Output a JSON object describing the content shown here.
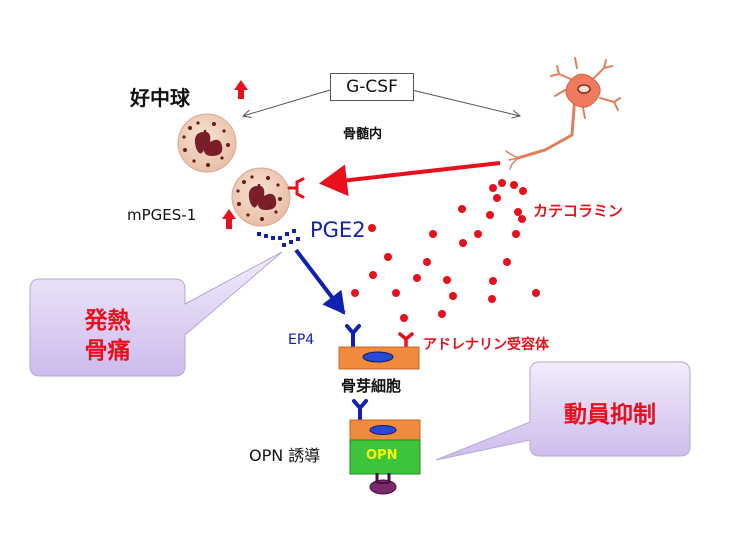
{
  "labels": {
    "neutrophil": "好中球",
    "g_csf": "G-CSF",
    "bone_marrow": "骨髄内",
    "mpges1": "mPGES-1",
    "pge2": "PGE2",
    "catecholamine": "カテコラミン",
    "ep4": "EP4",
    "adrenergic_receptor": "アドレナリン受容体",
    "osteoblast": "骨芽細胞",
    "opn_induction": "OPN 誘導",
    "opn": "OPN"
  },
  "callouts": {
    "fever_line1": "発熱",
    "fever_line2": "骨痛",
    "mobilization": "動員抑制"
  },
  "colors": {
    "red": "#e8101c",
    "blue": "#1020b0",
    "cell_fill": "#f2d3c0",
    "granule": "#6b1a1a",
    "neuron": "#f07a5e",
    "osteoblast_orange": "#f08a3c",
    "opn_green": "#3cc43c",
    "callout_fill": "#ddd0f0",
    "opn_text": "#ffff00"
  }
}
